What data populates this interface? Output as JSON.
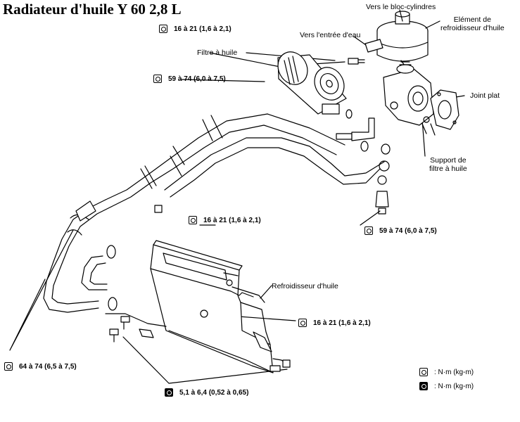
{
  "title": "Radiateur d'huile Y 60 2,8 L",
  "labels": {
    "vers_bloc": "Vers le bloc-cylindres",
    "element": "Elément de\nrefroidisseur d'huile",
    "vers_entree": "Vers l'entrée d'eau",
    "filtre": "Filtre à huile",
    "joint": "Joint plat",
    "support": "Support de\nfiltre à huile",
    "refroidisseur": "Refroidisseur d'huile"
  },
  "torques": {
    "t1": "16 à 21 (1,6 à 2,1)",
    "t2": "59 à 74 (6,0 à 7,5)",
    "t3": "16 à 21 (1,6 à 2,1)",
    "t4": "59 à 74 (6,0 à 7,5)",
    "t5": "16 à 21 (1,6 à 2,1)",
    "t6": "64 à 74 (6,5 à 7,5)",
    "t7": "5,1 à 6,4 (0,52 à 0,65)"
  },
  "legend": [
    {
      "icon": "open-torque-icon",
      "text": ": N·m (kg-m)"
    },
    {
      "icon": "filled-torque-icon",
      "text": ": N·m (kg-m)"
    }
  ]
}
